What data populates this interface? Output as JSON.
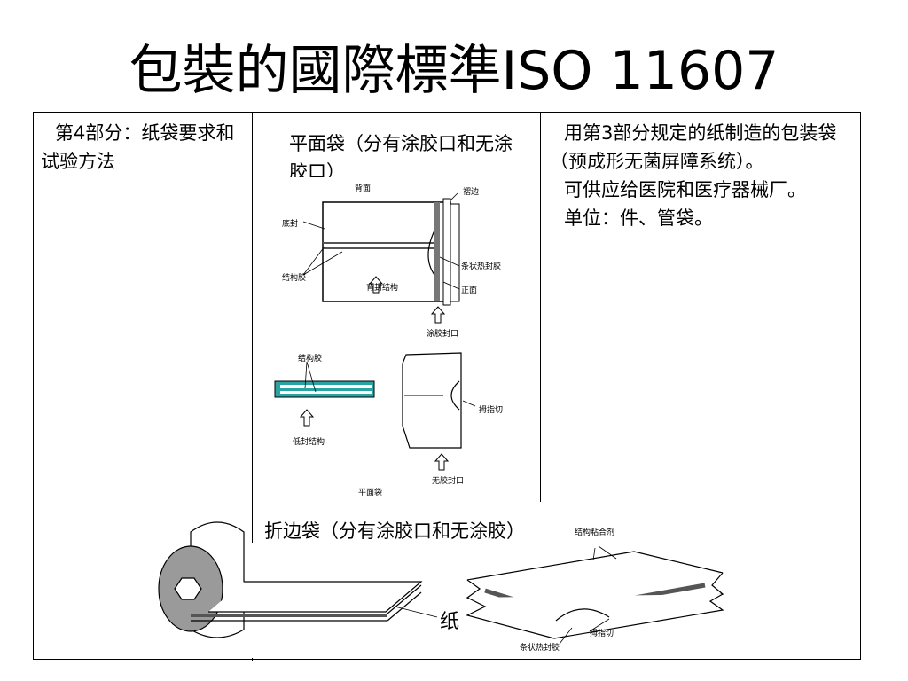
{
  "title": "包裝的國際標準ISO 11607",
  "cells": {
    "left": "第4部分：纸袋要求和试验方法",
    "middle_caption": "平面袋（分有涂胶口和无涂胶口）",
    "right_lines": [
      "用第3部分规定的纸制造的包装袋（预成形无菌屏障系统）。",
      "可供应给医院和医疗器械厂。",
      "单位：件、管袋。"
    ]
  },
  "figure_top": {
    "back": "背面",
    "fold_edge": "褶边",
    "bottom_seal": "底封",
    "struct_glue": "结构胶",
    "back_seal_structure": "背封结构",
    "strip_heat_seal": "条状热封胶",
    "front": "正面",
    "glued_closure": "涂胶封口",
    "struct_glue_2": "结构胶",
    "bottom_seal_structure": "低封结构",
    "thumb_cut": "拇指切",
    "unglued_closure": "无胶封口",
    "flat_bag": "平面袋"
  },
  "figure_bottom": {
    "caption": "折边袋（分有涂胶口和无涂胶）",
    "struct_adhesive": "结构粘合剂",
    "paper": "纸",
    "thumb_cut": "拇指切",
    "strip_heat_seal": "条状热封胶"
  },
  "colors": {
    "teal": "#2aa3a3",
    "gray_roll": "#9a9a9a",
    "dark_gray": "#555555"
  }
}
